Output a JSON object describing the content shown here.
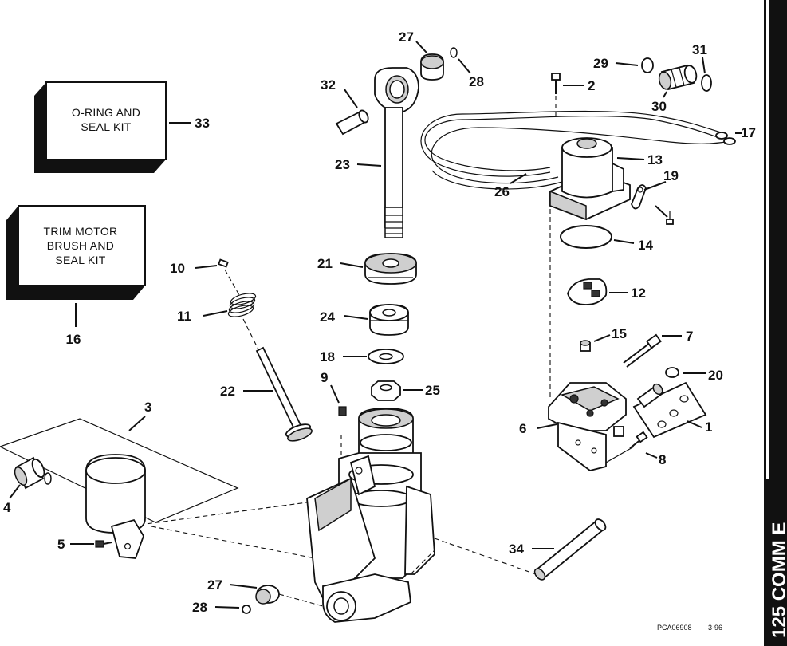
{
  "kits": {
    "oring": {
      "line1": "O-RING AND",
      "line2": "SEAL KIT",
      "number": "33"
    },
    "trim": {
      "line1": "TRIM MOTOR",
      "line2": "BRUSH AND",
      "line3": "SEAL KIT",
      "number": "16"
    }
  },
  "callouts": {
    "c1": "1",
    "c2": "2",
    "c3": "3",
    "c4": "4",
    "c5": "5",
    "c6": "6",
    "c7": "7",
    "c8": "8",
    "c9": "9",
    "c10": "10",
    "c11": "11",
    "c12": "12",
    "c13": "13",
    "c14": "14",
    "c15": "15",
    "c17": "17",
    "c18": "18",
    "c19": "19",
    "c20": "20",
    "c21": "21",
    "c22": "22",
    "c23": "23",
    "c24": "24",
    "c25": "25",
    "c26": "26",
    "c27a": "27",
    "c27b": "27",
    "c28a": "28",
    "c28b": "28",
    "c29": "29",
    "c30": "30",
    "c31": "31",
    "c32": "32",
    "c34": "34"
  },
  "footer": {
    "code": "PCA06908",
    "date": "3-96"
  },
  "side_tab": {
    "text": "125 COMM E"
  }
}
